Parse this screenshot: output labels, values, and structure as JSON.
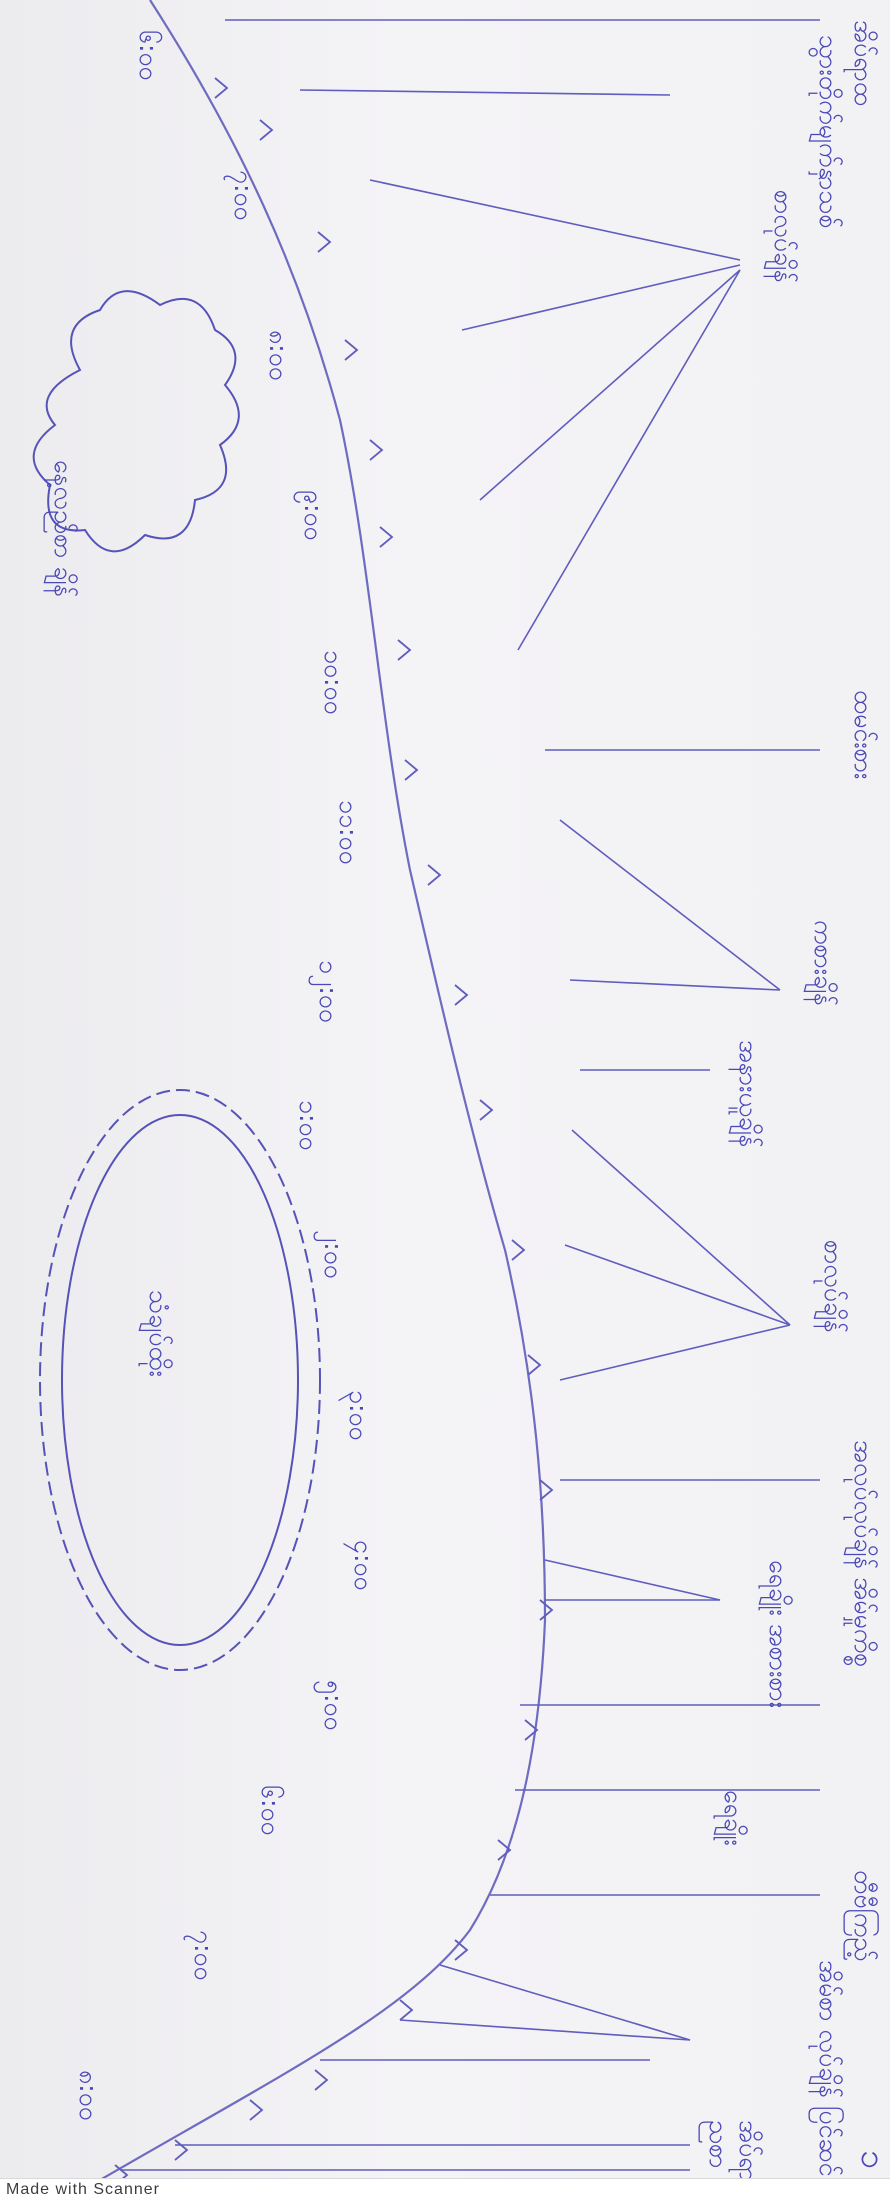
{
  "page_number": "၁",
  "times": [
    "၆:၀၀",
    "၇:၀၀",
    "၈:၀၀",
    "၉:၀၀",
    "၁၀:၀၀",
    "၁၁:၀၀",
    "၁၂:၀၀",
    "၁:၀၀",
    "၂:၀၀",
    "၃:၀၀",
    "၄:၀၀",
    "၅:၀၀",
    "၆:၀၀",
    "၇:၀၀",
    "၈:၀၀"
  ],
  "labels": {
    "wake_up": "အိပ်ရာထ",
    "wash_face": "သွားတိုက်မျက်နှာသစ်",
    "study_top": "စာလုပ်ချိန်",
    "lunch": "ထမင်းစား",
    "play": "ကစားချိန်",
    "rest": "အနားယူချိန်",
    "study_mid": "စာလုပ်ချိန်",
    "evening_work": "အလုပ်လုပ်ချိန် အိမ်မှုကိစ္စ",
    "shower_eat": "ရေချိုး အစားစား",
    "bath": "ရေချိုး",
    "tv": "တီဗီကြည့်",
    "homework": "အိမ်စာ လုပ်ချိန် ပြင်ဆင်",
    "dinner": "ညစာ",
    "sleep": "အိပ်ရာ"
  },
  "clouds": {
    "cloud1": "နေ့လည်စာ ချိန်",
    "cloud2": "သံချပ်ထိုး"
  },
  "watermark": "Made with Scanner"
}
